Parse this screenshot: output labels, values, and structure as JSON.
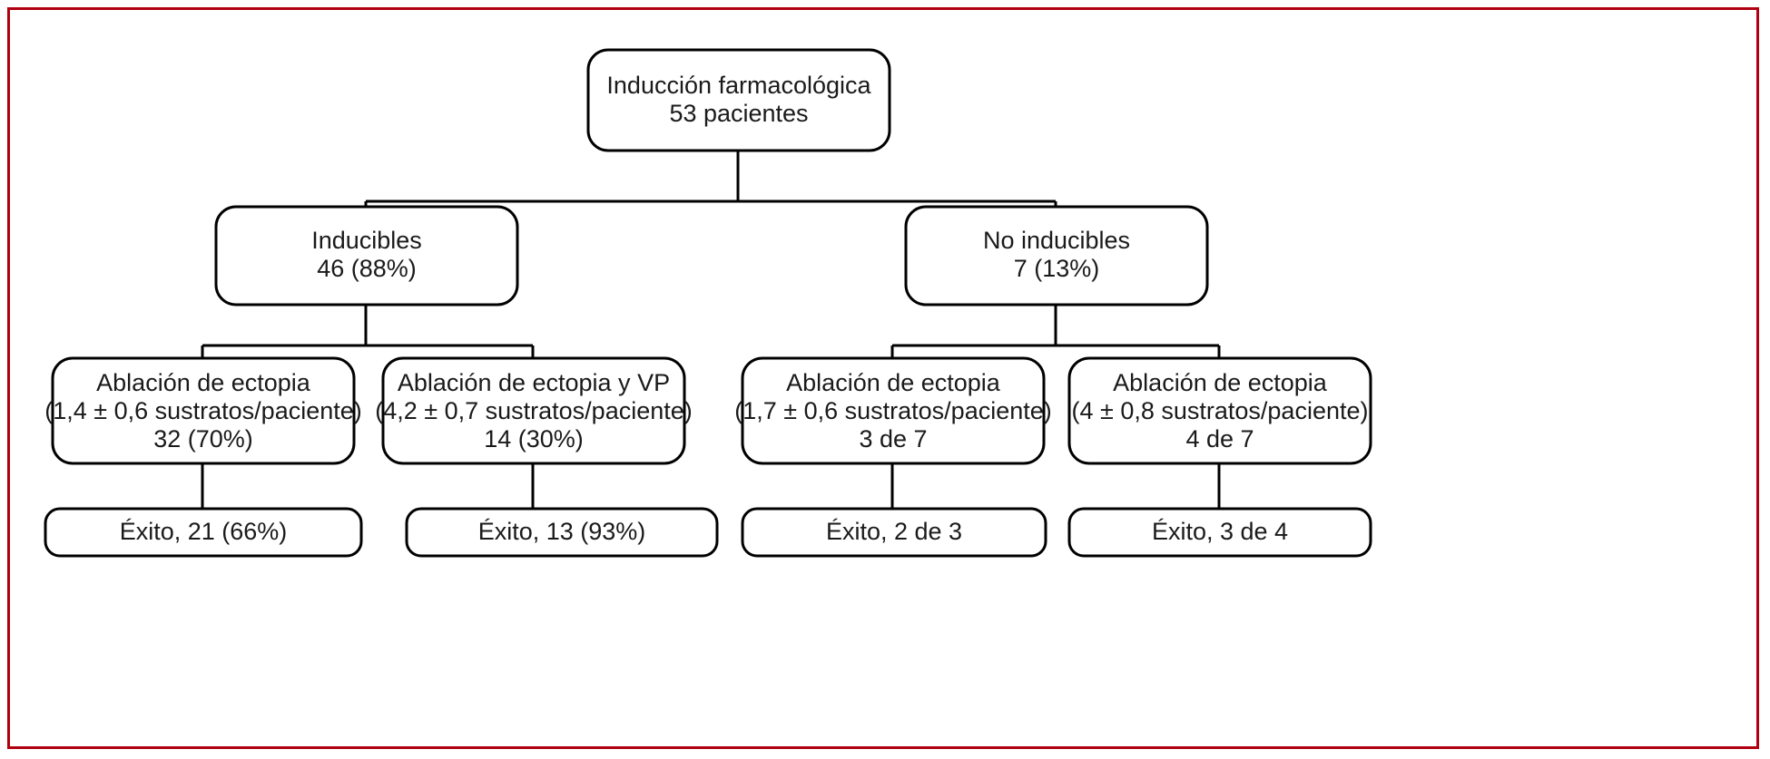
{
  "figure": {
    "kind": "clinical-flowchart",
    "language": "es",
    "border_color": "#b00010",
    "node_stroke_color": "#000000",
    "node_fill_color": "#ffffff",
    "text_color": "#1a1a1a"
  },
  "nodes": {
    "root": {
      "id": "induccion-farmacologica",
      "lines": [
        "Inducción farmacológica",
        "53 pacientes"
      ],
      "line1": "Inducción farmacológica",
      "line2": "53 pacientes"
    },
    "inducibles": {
      "id": "inducibles",
      "lines": [
        "Inducibles",
        "46 (88%)"
      ],
      "line1": "Inducibles",
      "line2": "46 (88%)"
    },
    "no_inducibles": {
      "id": "no-inducibles",
      "lines": [
        "No inducibles",
        "7 (13%)"
      ],
      "line1": "No inducibles",
      "line2": "7 (13%)"
    },
    "ablacion_ectopia_1": {
      "id": "ablacion-ectopia-inducibles",
      "lines": [
        "Ablación de ectopia",
        "(1,4 ± 0,6 sustratos/paciente)",
        "32 (70%)"
      ],
      "line1": "Ablación de ectopia",
      "line2": "(1,4 ± 0,6 sustratos/paciente)",
      "line3": "32 (70%)"
    },
    "ablacion_ectopia_vp": {
      "id": "ablacion-ectopia-y-vp",
      "lines": [
        "Ablación de ectopia y VP",
        "(4,2 ± 0,7 sustratos/paciente)",
        "14 (30%)"
      ],
      "line1": "Ablación de ectopia y VP",
      "line2": "(4,2 ± 0,7 sustratos/paciente)",
      "line3": "14 (30%)"
    },
    "ablacion_ectopia_2": {
      "id": "ablacion-ectopia-no-inducibles-a",
      "lines": [
        "Ablación de ectopia",
        "(1,7 ± 0,6 sustratos/paciente)",
        "3 de 7"
      ],
      "line1": "Ablación de ectopia",
      "line2": "(1,7 ± 0,6 sustratos/paciente)",
      "line3": "3 de 7"
    },
    "ablacion_ectopia_3": {
      "id": "ablacion-ectopia-no-inducibles-b",
      "lines": [
        "Ablación de ectopia",
        "(4 ± 0,8 sustratos/paciente)",
        "4 de 7"
      ],
      "line1": "Ablación de ectopia",
      "line2": "(4 ± 0,8 sustratos/paciente)",
      "line3": "4 de 7"
    },
    "exito_1": {
      "id": "exito-21",
      "line1": "Éxito, 21 (66%)"
    },
    "exito_2": {
      "id": "exito-13",
      "line1": "Éxito, 13 (93%)"
    },
    "exito_3": {
      "id": "exito-2-de-3",
      "line1": "Éxito, 2 de 3"
    },
    "exito_4": {
      "id": "exito-3-de-4",
      "line1": "Éxito, 3 de 4"
    }
  },
  "chart_data": {
    "type": "diagram",
    "title": "Inducción farmacológica",
    "total_patients": 53,
    "tree": [
      {
        "label": "Inducción farmacológica",
        "count": 53,
        "count_text": "53 pacientes",
        "children": [
          {
            "label": "Inducibles",
            "count": 46,
            "percent": 88,
            "count_text": "46 (88%)",
            "children": [
              {
                "label": "Ablación de ectopia",
                "substrates_mean": 1.4,
                "substrates_sd": 0.6,
                "substrates_text": "(1,4 ± 0,6 sustratos/paciente)",
                "count": 32,
                "percent": 70,
                "count_text": "32 (70%)",
                "outcome": {
                  "label": "Éxito",
                  "count": 21,
                  "percent": 66,
                  "text": "Éxito, 21 (66%)"
                }
              },
              {
                "label": "Ablación de ectopia y VP",
                "substrates_mean": 4.2,
                "substrates_sd": 0.7,
                "substrates_text": "(4,2 ± 0,7 sustratos/paciente)",
                "count": 14,
                "percent": 30,
                "count_text": "14 (30%)",
                "outcome": {
                  "label": "Éxito",
                  "count": 13,
                  "percent": 93,
                  "text": "Éxito, 13 (93%)"
                }
              }
            ]
          },
          {
            "label": "No inducibles",
            "count": 7,
            "percent": 13,
            "count_text": "7 (13%)",
            "children": [
              {
                "label": "Ablación de ectopia",
                "substrates_mean": 1.7,
                "substrates_sd": 0.6,
                "substrates_text": "(1,7 ± 0,6 sustratos/paciente)",
                "count": 3,
                "denominator": 7,
                "count_text": "3 de 7",
                "outcome": {
                  "label": "Éxito",
                  "count": 2,
                  "denominator": 3,
                  "text": "Éxito, 2 de 3"
                }
              },
              {
                "label": "Ablación de ectopia",
                "substrates_mean": 4,
                "substrates_sd": 0.8,
                "substrates_text": "(4 ± 0,8 sustratos/paciente)",
                "count": 4,
                "denominator": 7,
                "count_text": "4 de 7",
                "outcome": {
                  "label": "Éxito",
                  "count": 3,
                  "denominator": 4,
                  "text": "Éxito, 3 de 4"
                }
              }
            ]
          }
        ]
      }
    ]
  }
}
